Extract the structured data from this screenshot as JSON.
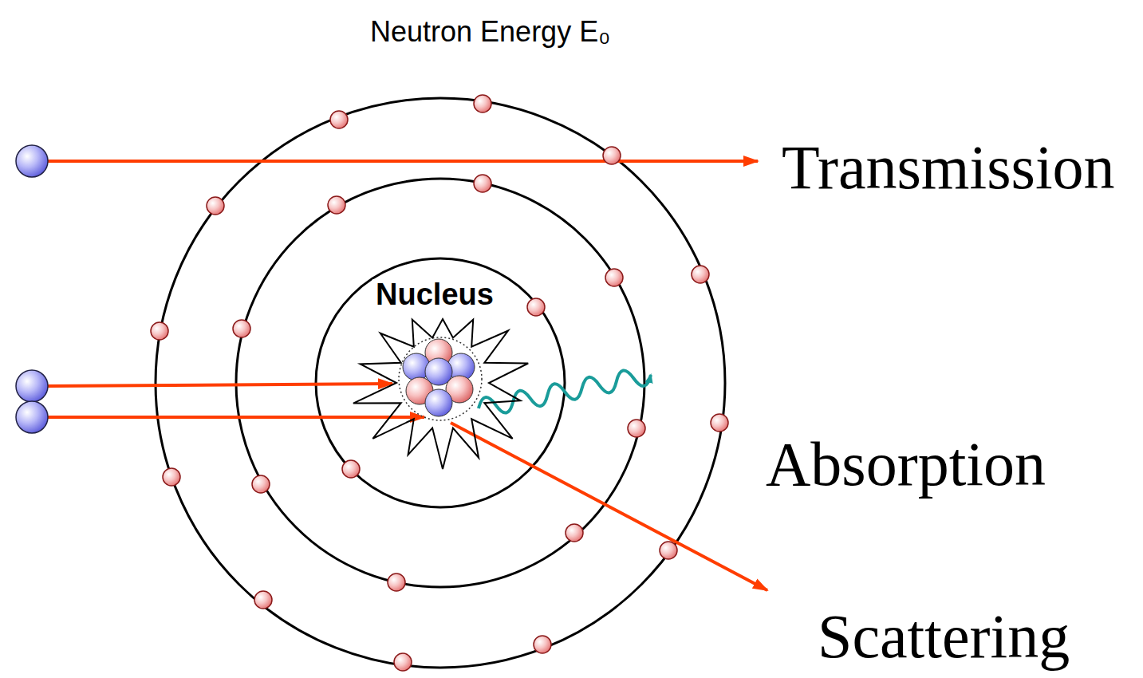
{
  "diagram": {
    "title": "Neutron Energy E₀",
    "nodes": [
      {
        "text": [
          "Nucleus"
        ]
      }
    ],
    "labels": [
      "Transmission",
      "Absorption",
      "Scattering"
    ]
  }
}
